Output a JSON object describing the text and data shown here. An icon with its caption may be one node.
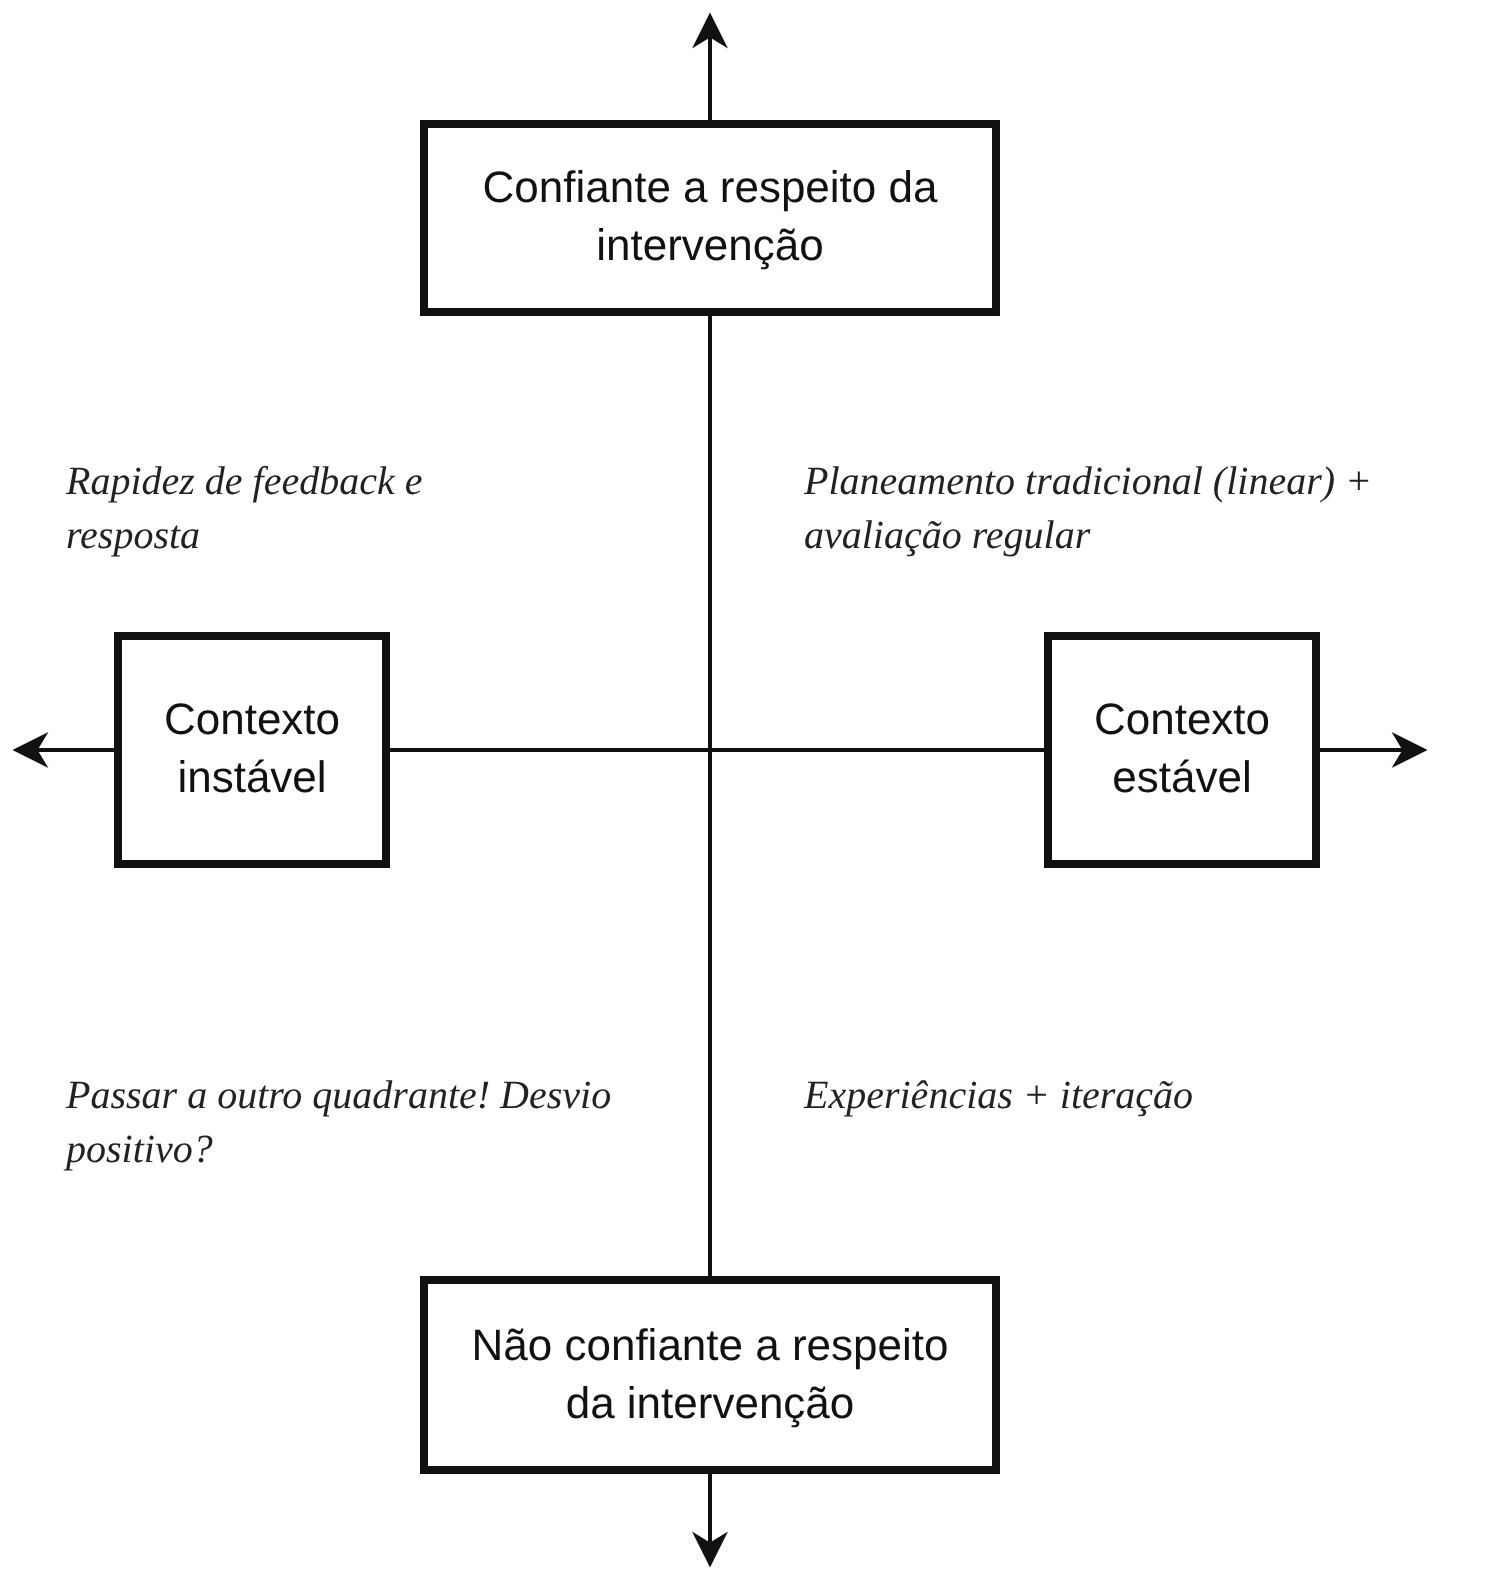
{
  "diagram": {
    "nodes": [
      {
        "text": [
          "Confiante a respeito da intervenção"
        ]
      },
      {
        "text": [
          "Contexto instável"
        ]
      },
      {
        "text": [
          "Contexto estável"
        ]
      },
      {
        "text": [
          "Não confiante a respeito da intervenção"
        ]
      }
    ],
    "edges": [
      {
        "from": 0,
        "to": 3,
        "arrow": "none"
      },
      {
        "from": 1,
        "to": 2,
        "arrow": "none"
      },
      {
        "from": 0,
        "to": null,
        "arrow": "to"
      },
      {
        "from": 1,
        "to": null,
        "arrow": "to"
      },
      {
        "from": 2,
        "to": null,
        "arrow": "to"
      },
      {
        "from": 3,
        "to": null,
        "arrow": "to"
      }
    ],
    "labels": [
      "Rapidez de feedback e resposta",
      "Planeamento tradicional (linear) + avaliação regular",
      "Passar a outro quadrante! Desvio positivo?",
      "Experiências + iteração"
    ]
  }
}
